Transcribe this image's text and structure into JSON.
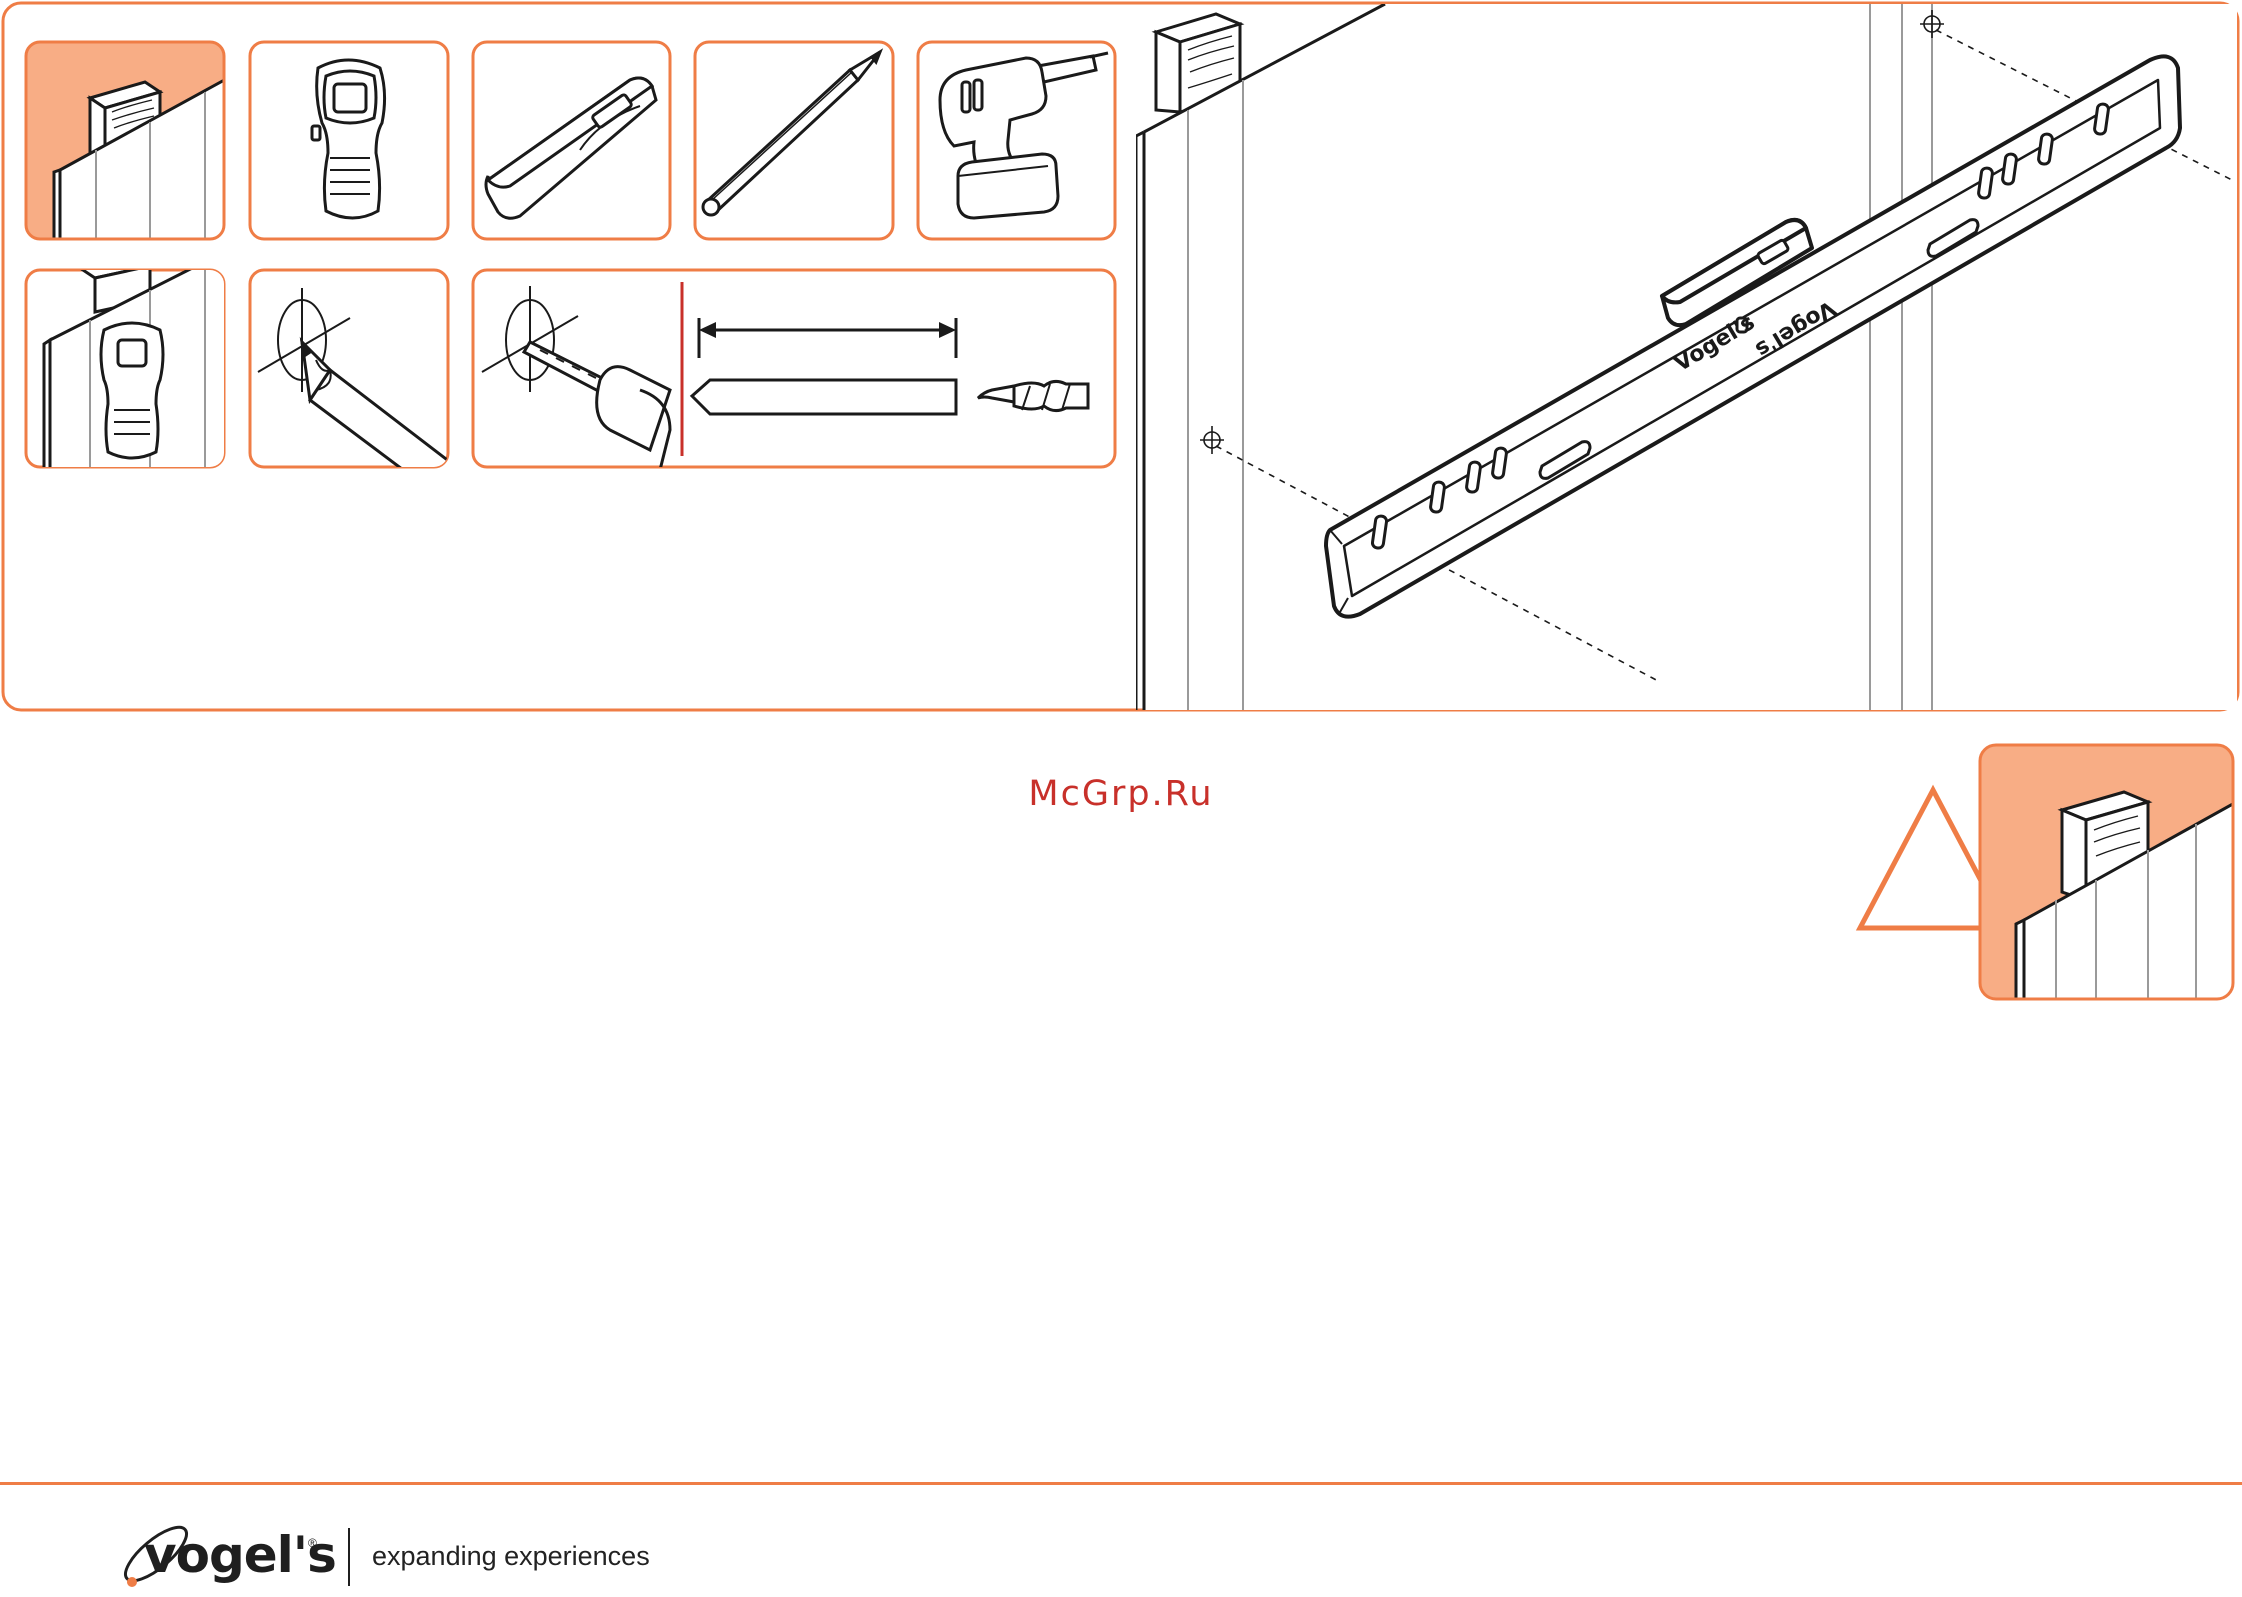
{
  "watermark": "McGrp.Ru",
  "main_illustration": {
    "bracket_brand": "Vogel's"
  },
  "footer": {
    "brand": "vogel's",
    "registered_mark": "®",
    "tagline": "expanding experiences"
  },
  "colors": {
    "accent_orange": "#ef7d46",
    "panel_fill": "#f8ad85",
    "line_dark": "#1a1a1a",
    "watermark_red": "#c8302a"
  },
  "icons": [
    "wooden-stud-wall-icon",
    "stud-finder-icon",
    "spirit-level-icon",
    "pencil-icon",
    "power-drill-icon",
    "stud-finder-on-wall-icon",
    "pencil-mark-icon",
    "drill-hole-icon",
    "drill-bit-length-icon",
    "drill-bit-icon",
    "warning-triangle-icon",
    "wall-bracket-illustration"
  ]
}
